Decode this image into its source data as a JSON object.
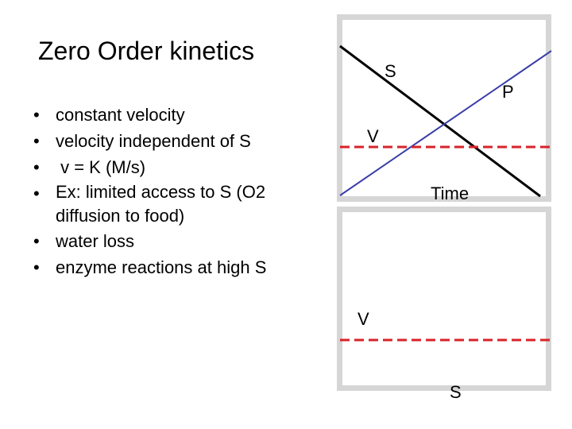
{
  "slide": {
    "title": "Zero Order kinetics",
    "bullets": [
      "constant velocity",
      "velocity independent of S",
      " v = K (M/s)",
      "Ex: limited access to S (O2 diffusion to food)",
      "water loss",
      "enzyme reactions at high S"
    ],
    "bullet_char": "•"
  },
  "diagram_top": {
    "label_s": "S",
    "label_p": "P",
    "label_v": "V",
    "label_time": "Time",
    "line_colors": {
      "substrate": "#000000",
      "product": "#3b3fa8",
      "velocity": "#d8232a"
    }
  },
  "diagram_bottom": {
    "label_v": "V",
    "label_s": "S",
    "line_colors": {
      "velocity": "#d8232a"
    }
  },
  "colors": {
    "panel_border": "#d6d6d6"
  }
}
